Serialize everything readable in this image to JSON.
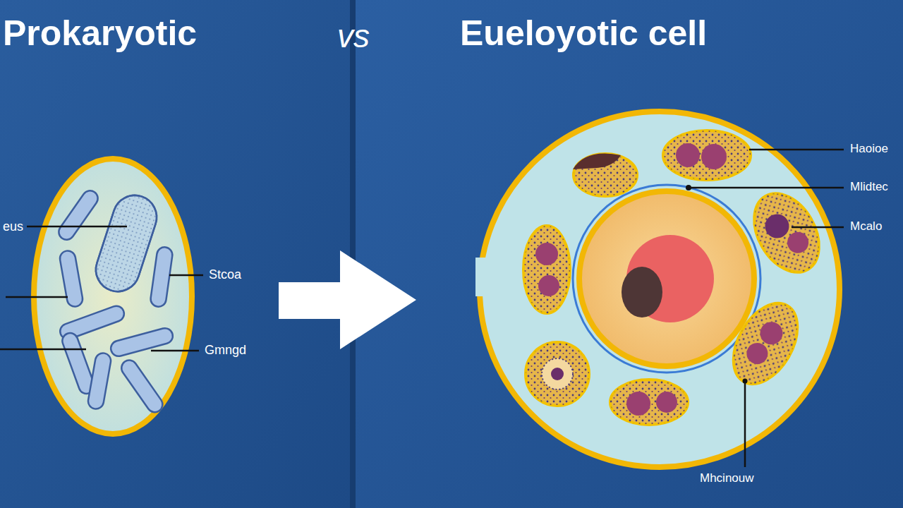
{
  "diagram": {
    "labels": [
      "Prokaryotic",
      "vs",
      "Eueloyotic cell",
      "eus",
      "Stcoa",
      "Gmngd",
      "Haoioe",
      "Mlidtec",
      "Mcalo",
      "Mhcinouw"
    ]
  }
}
